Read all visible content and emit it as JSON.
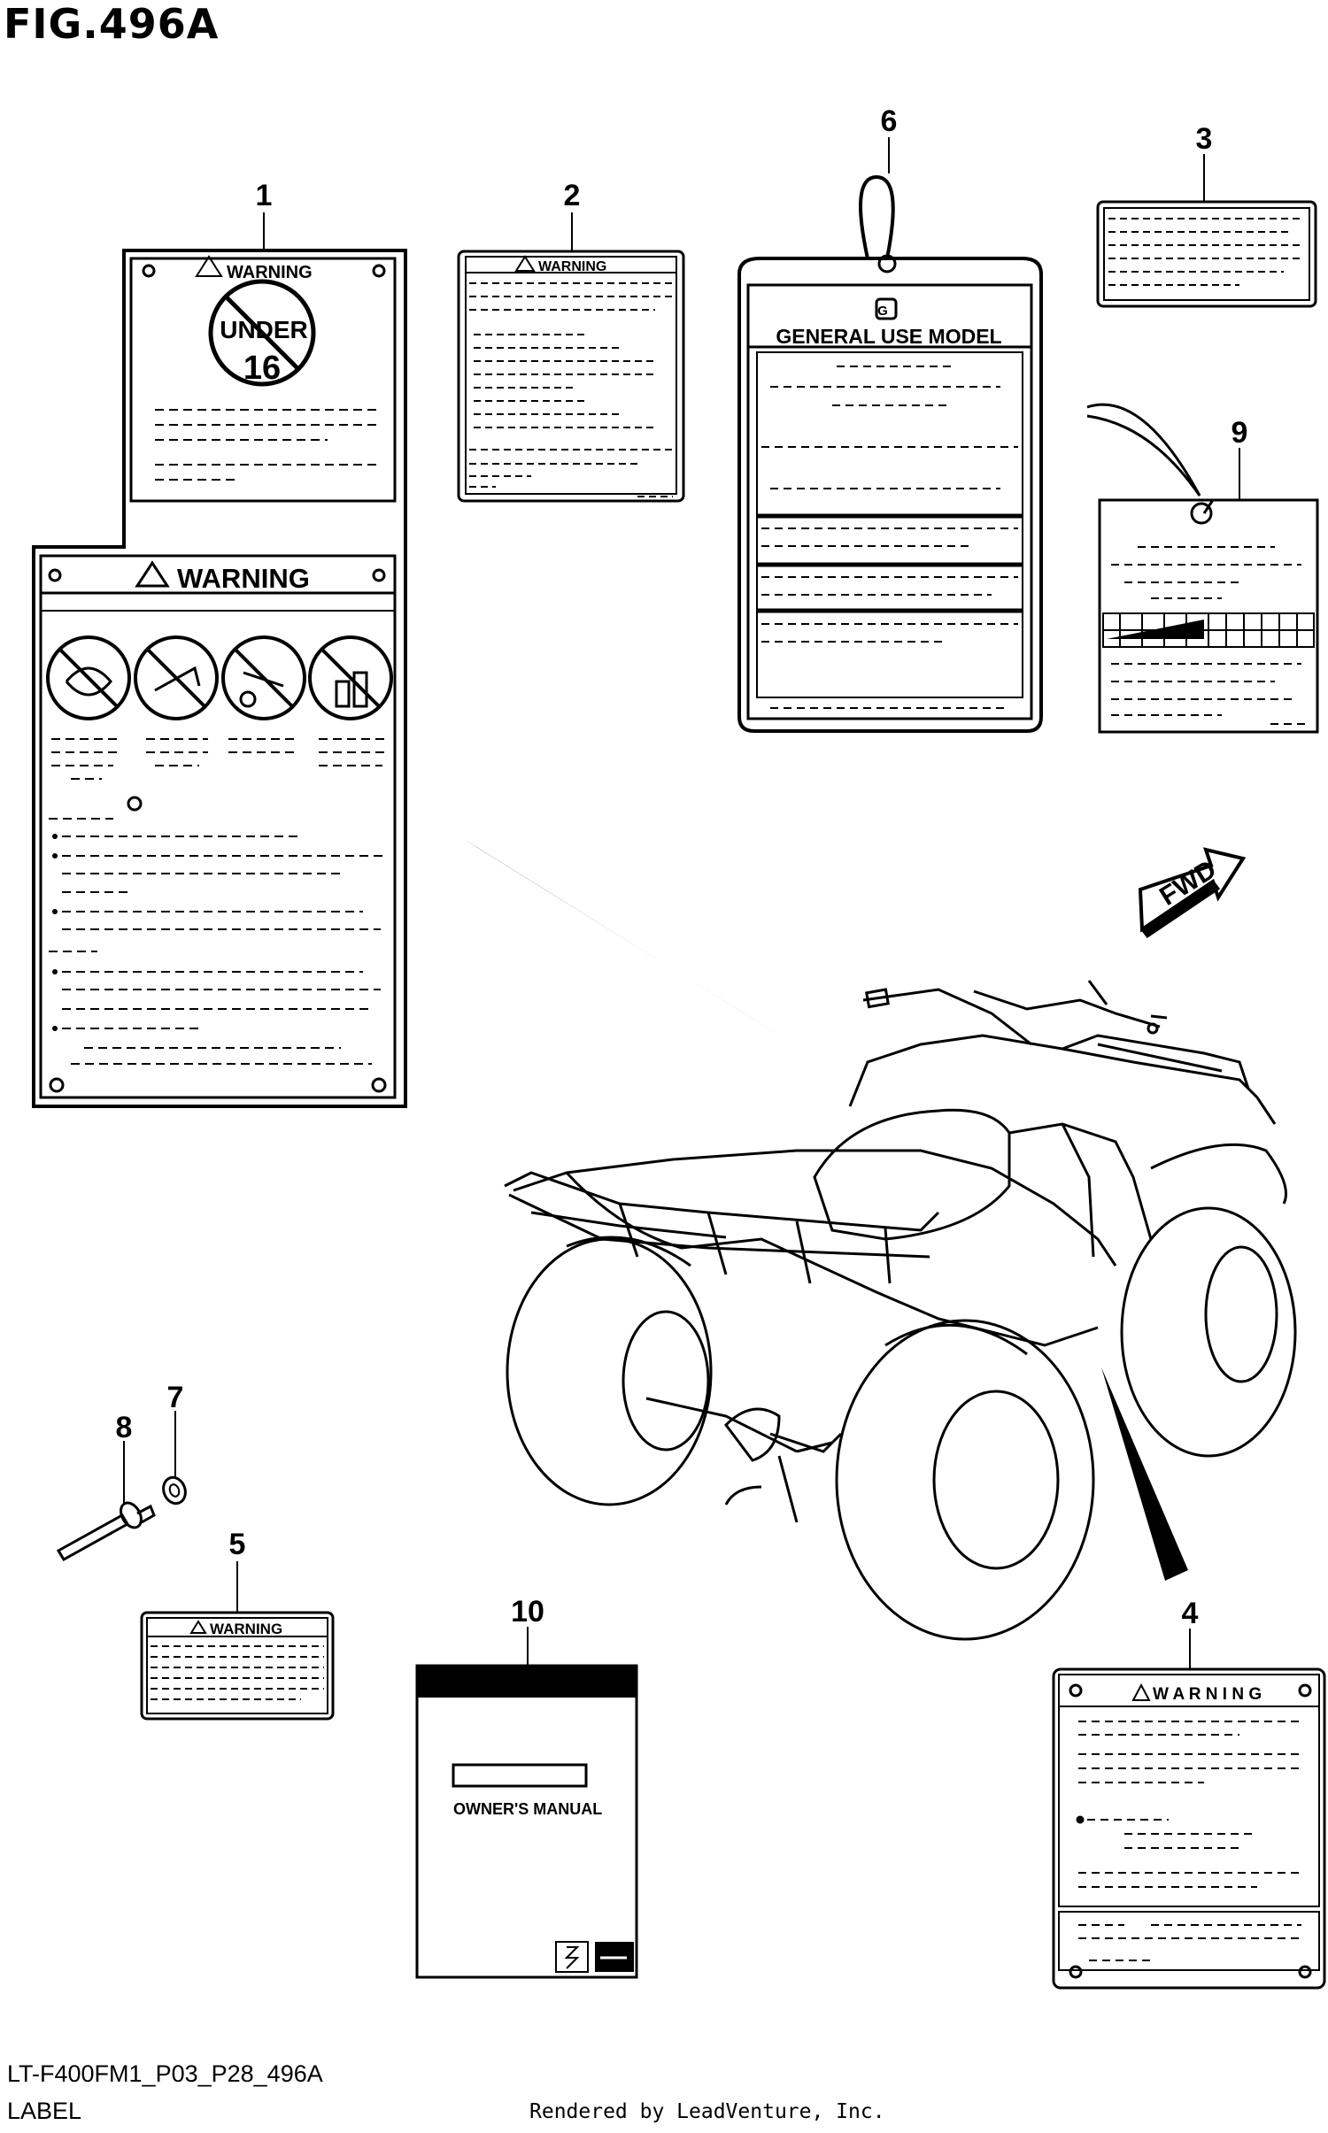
{
  "figure": {
    "title": "FIG.496A",
    "diagram_code": "LT-F400FM1_P03_P28_496A",
    "section_label": "LABEL",
    "rendered_by": "Rendered by LeadVenture, Inc."
  },
  "callouts": {
    "c1": "1",
    "c2": "2",
    "c3": "3",
    "c4": "4",
    "c5": "5",
    "c6": "6",
    "c7": "7",
    "c8": "8",
    "c9": "9",
    "c10": "10"
  },
  "labels": {
    "warning": "WARNING",
    "warning_spaced": "W A R N I N G",
    "under": "UNDER",
    "age": "16",
    "general_use_model": "GENERAL USE MODEL",
    "owners_manual": "OWNER'S MANUAL",
    "fwd": "FWD",
    "g_mark": "G"
  }
}
